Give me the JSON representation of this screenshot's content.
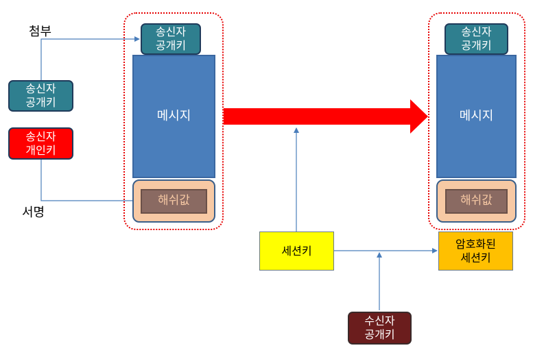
{
  "labels": {
    "attach": "첨부",
    "signature": "서명"
  },
  "left_keys": {
    "sender_public_key": "송신자\n공개키",
    "sender_private_key": "송신자\n개인키"
  },
  "sender_package": {
    "public_key": "송신자\n공개키",
    "message": "메시지",
    "hash": "해쉬값"
  },
  "receiver_package": {
    "public_key": "송신자\n공개키",
    "message": "메시지",
    "hash": "해쉬값"
  },
  "session_key": "세션키",
  "encrypted_session_key": "암호화된\n세션키",
  "receiver_public_key": "수신자\n공개키",
  "colors": {
    "teal": "#2f7f8f",
    "red": "#ff0000",
    "message_blue": "#4a7ebb",
    "hash_peach": "#f7c9a4",
    "session_yellow": "#ffff00",
    "encrypted_gold": "#ffc000",
    "receiver_maroon": "#6b1d1d",
    "connector": "#4a7ebb",
    "big_arrow": "#ff0000"
  }
}
